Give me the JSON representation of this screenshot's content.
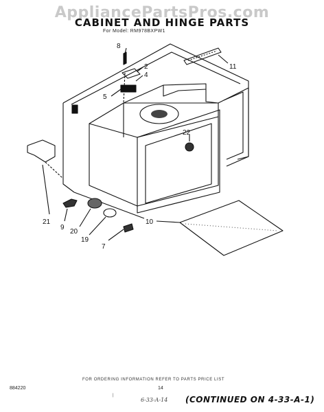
{
  "watermark": "AppliancePartsPros.com",
  "title": "CABINET AND HINGE PARTS",
  "model_line": "For Model: RM978BXPW1",
  "callouts": [
    "8",
    "2",
    "4",
    "5",
    "11",
    "22",
    "21",
    "9",
    "20",
    "19",
    "7",
    "10"
  ],
  "footer": {
    "instruction": "FOR ORDERING INFORMATION REFER TO PARTS PRICE LIST",
    "code": "884220",
    "page": "14",
    "tick": "|",
    "handwriting": "6-33-A-14",
    "continued": "(CONTINUED ON 4-33-A-1)"
  }
}
